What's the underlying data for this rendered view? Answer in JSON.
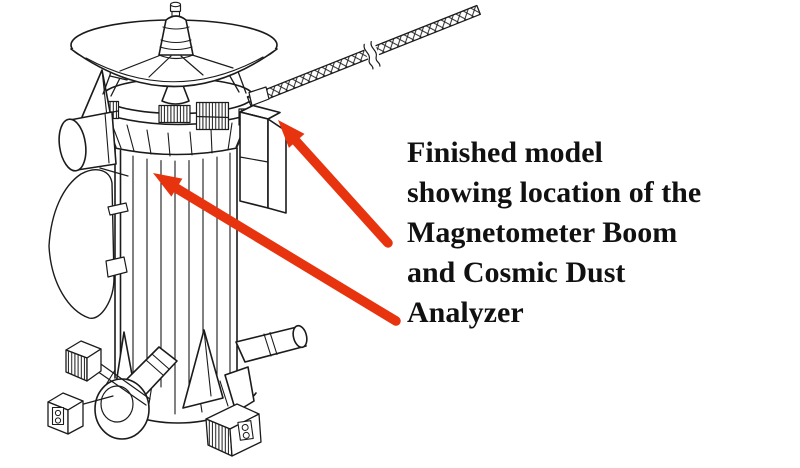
{
  "figure": {
    "background_color": "#ffffff",
    "drawing": {
      "line_color": "#1b1b1b",
      "subject": "spacecraft scale model line drawing",
      "parts": [
        "high-gain antenna dish",
        "antenna feed cone",
        "equipment ring with louver panels",
        "magnetometer boom truss",
        "main body cylinder",
        "probe cover",
        "instrument box",
        "side instrument cylinder",
        "engine nozzle",
        "thruster cluster cubes"
      ]
    },
    "annotation": {
      "arrow_color": "#e8330f",
      "arrows": [
        {
          "name": "upper-arrow",
          "points_to": "magnetometer boom mount on upper ring"
        },
        {
          "name": "lower-arrow",
          "points_to": "cosmic dust analyzer location on body"
        }
      ]
    },
    "caption": {
      "color": "#111111",
      "lines": [
        "Finished model",
        "showing location of the",
        "Magnetometer Boom",
        "and Cosmic Dust",
        "Analyzer"
      ]
    }
  }
}
